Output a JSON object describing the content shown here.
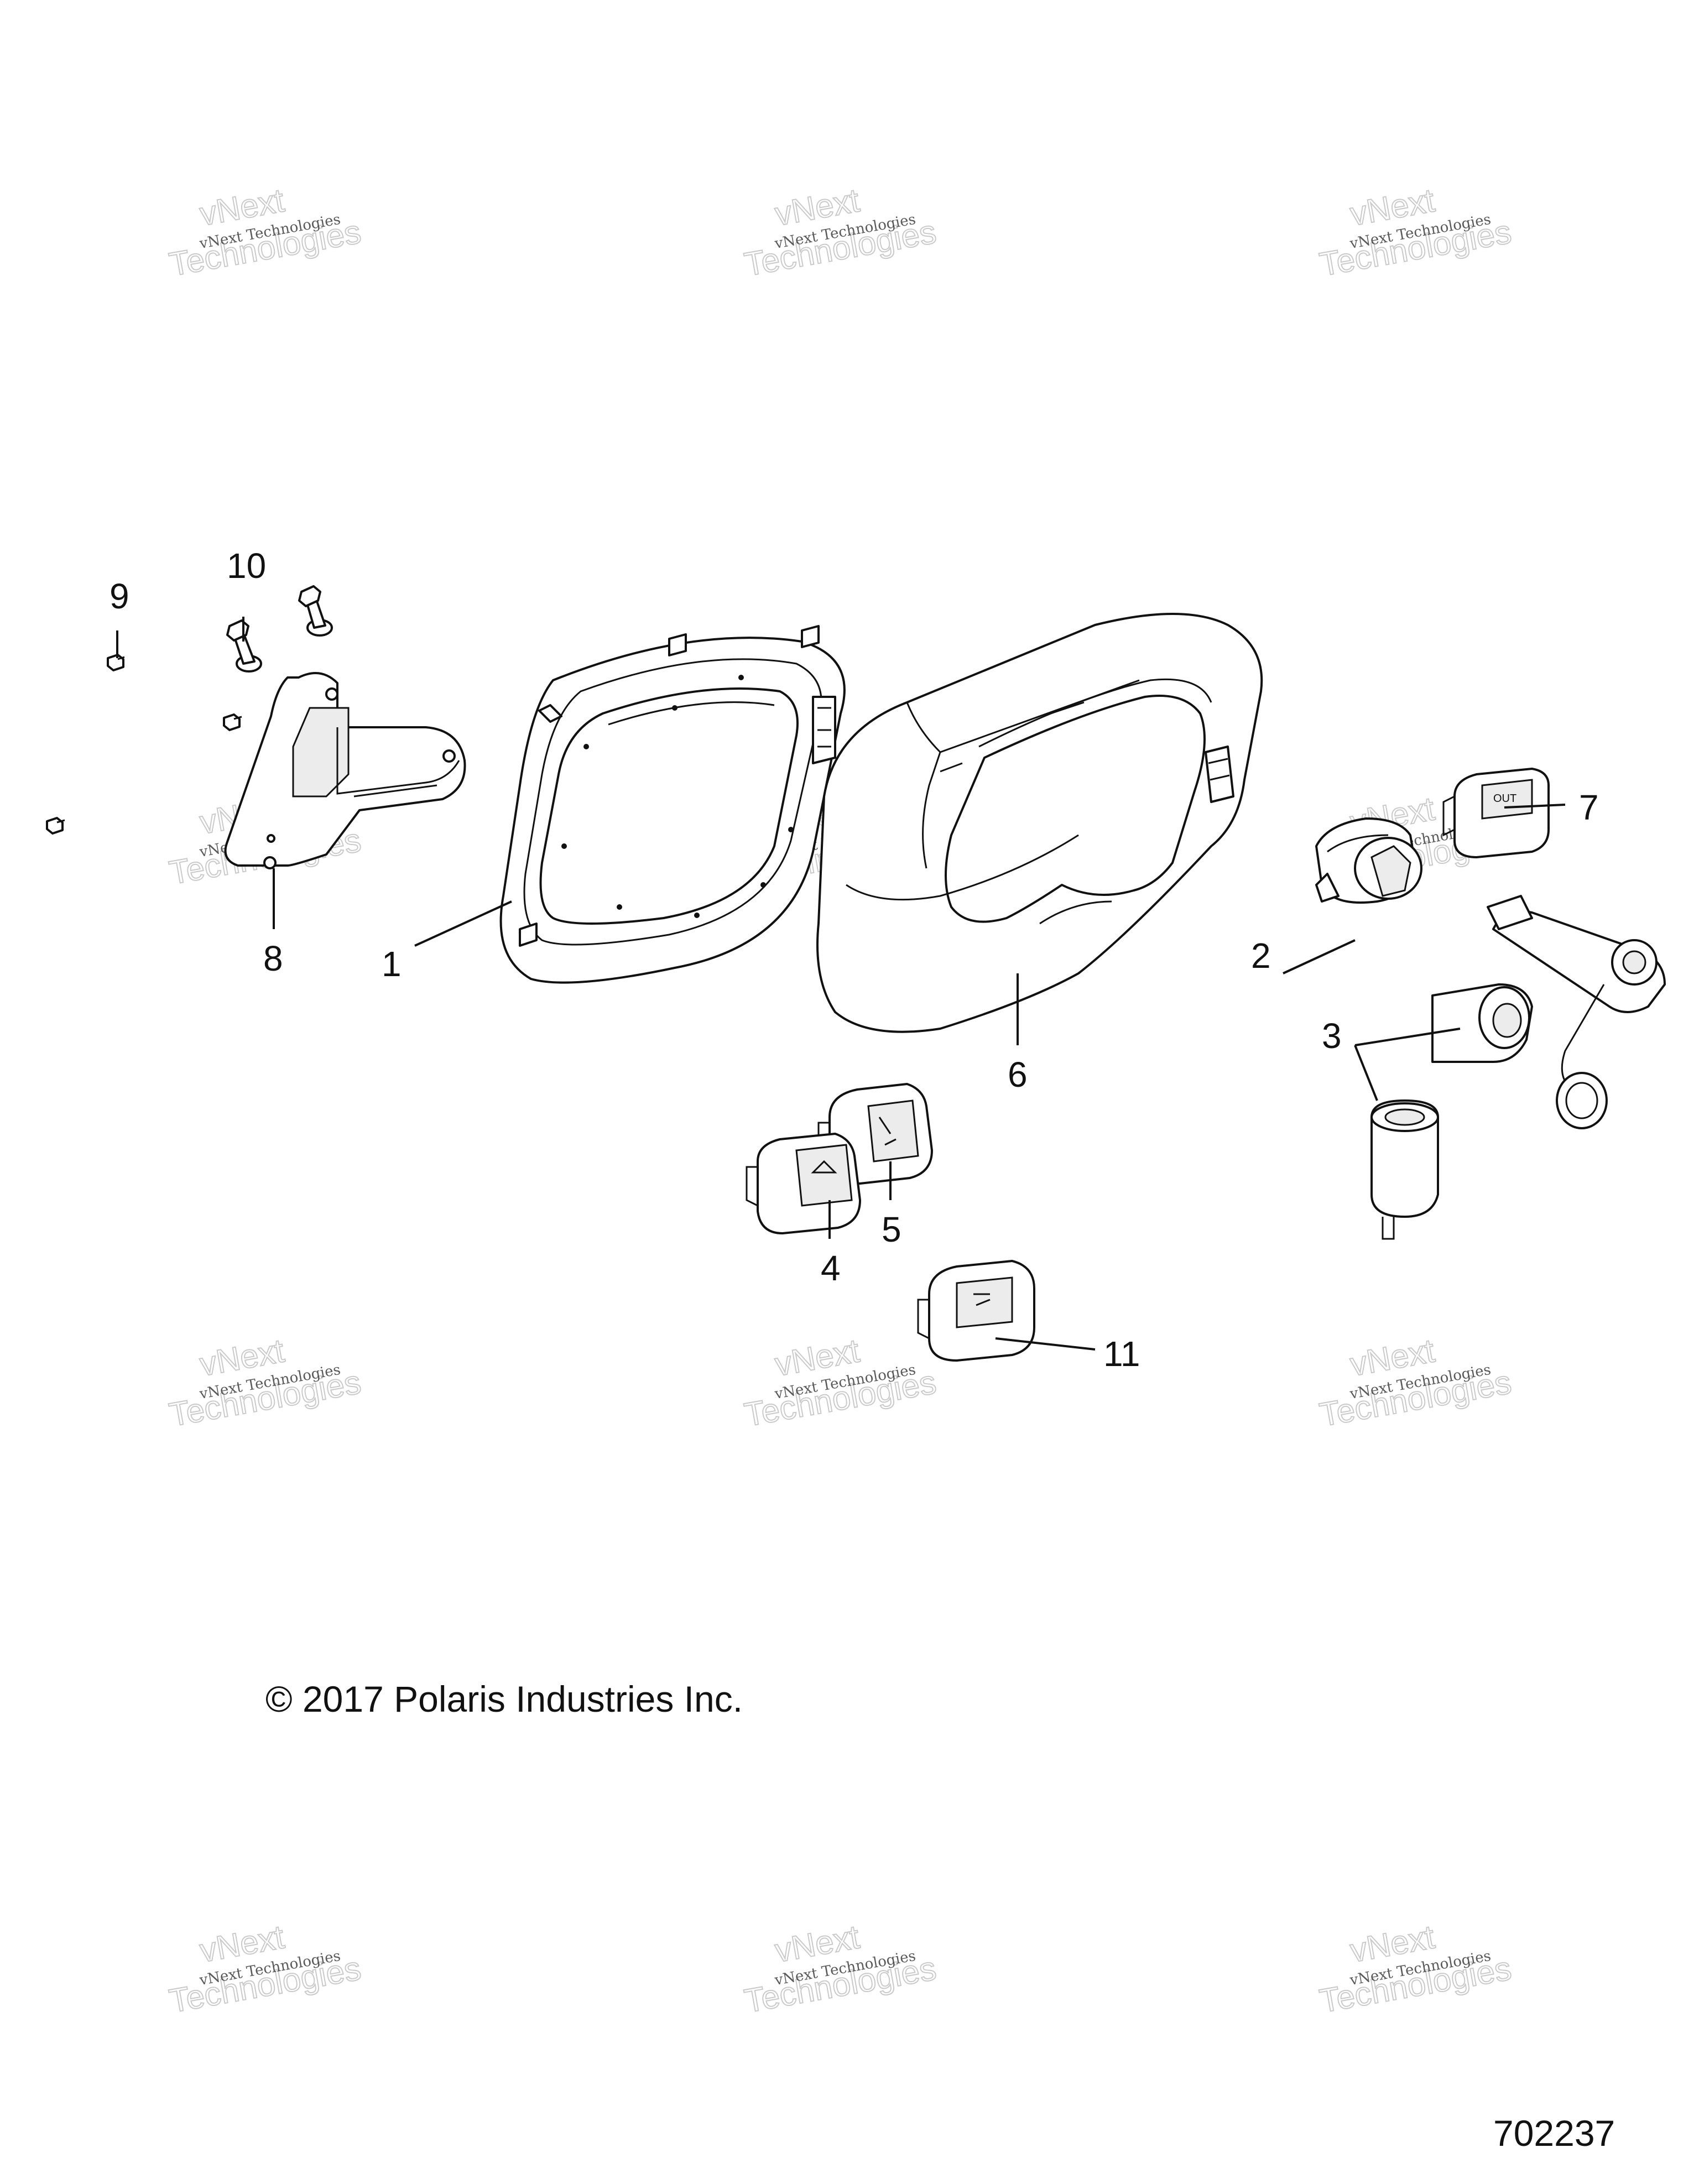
{
  "watermark": {
    "line1": "vNext Technologies",
    "line2": "Technologies",
    "line3": "vNext"
  },
  "callouts": {
    "c1": "1",
    "c2": "2",
    "c3": "3",
    "c4": "4",
    "c5": "5",
    "c6": "6",
    "c7": "7",
    "c8": "8",
    "c9": "9",
    "c10": "10",
    "c11": "11"
  },
  "copyright": "© 2017 Polaris Industries Inc.",
  "document_number": "702237",
  "part_markings": {
    "switch7": "OUT"
  }
}
